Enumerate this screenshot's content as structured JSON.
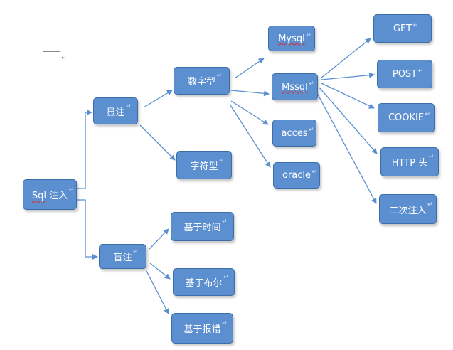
{
  "diagram": {
    "nodes": [
      {
        "id": "sql",
        "label": "Sql 注入",
        "squiggle": "Sql",
        "rest": " 注入"
      },
      {
        "id": "xian",
        "label": "显注"
      },
      {
        "id": "mang",
        "label": "盲注"
      },
      {
        "id": "num",
        "label": "数字型"
      },
      {
        "id": "str",
        "label": "字符型"
      },
      {
        "id": "mysql",
        "label": "Mysql",
        "squiggle": "Mysql",
        "rest": ""
      },
      {
        "id": "mssql",
        "label": "Mssql",
        "squiggle": "Mssql",
        "rest": ""
      },
      {
        "id": "acces",
        "label": "acces"
      },
      {
        "id": "oracle",
        "label": "oracle"
      },
      {
        "id": "get",
        "label": "GET"
      },
      {
        "id": "post",
        "label": "POST"
      },
      {
        "id": "cookie",
        "label": "COOKIE"
      },
      {
        "id": "http",
        "label": "HTTP 头"
      },
      {
        "id": "second",
        "label": "二次注入"
      },
      {
        "id": "time",
        "label": "基于时间"
      },
      {
        "id": "bool",
        "label": "基于布尔"
      },
      {
        "id": "error",
        "label": "基于报错"
      }
    ],
    "edges": [
      [
        "sql",
        "xian"
      ],
      [
        "sql",
        "mang"
      ],
      [
        "xian",
        "num"
      ],
      [
        "xian",
        "str"
      ],
      [
        "num",
        "mysql"
      ],
      [
        "num",
        "mssql"
      ],
      [
        "num",
        "acces"
      ],
      [
        "num",
        "oracle"
      ],
      [
        "mssql",
        "get"
      ],
      [
        "mssql",
        "post"
      ],
      [
        "mssql",
        "cookie"
      ],
      [
        "mssql",
        "http"
      ],
      [
        "mssql",
        "second"
      ],
      [
        "mang",
        "time"
      ],
      [
        "mang",
        "bool"
      ],
      [
        "mang",
        "error"
      ]
    ],
    "colors": {
      "node_fill": "#5b8fd0",
      "node_border": "#3d6ea8",
      "edge": "#5b8fd0",
      "text": "#ffffff"
    }
  }
}
